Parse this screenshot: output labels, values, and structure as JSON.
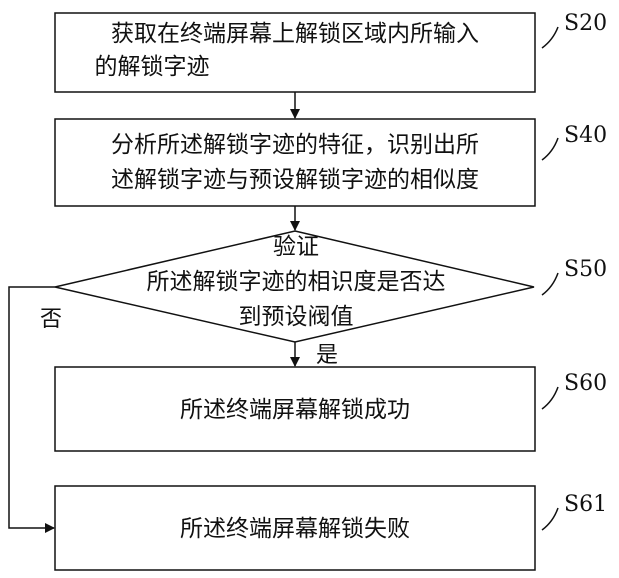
{
  "flowchart": {
    "steps": [
      {
        "id": "S20",
        "label": "S20",
        "lines": [
          "获取在终端屏幕上解锁区域内所输入",
          "的解锁字迹"
        ]
      },
      {
        "id": "S40",
        "label": "S40",
        "lines": [
          "分析所述解锁字迹的特征，识别出所",
          "述解锁字迹与预设解锁字迹的相似度"
        ]
      },
      {
        "id": "S50",
        "label": "S50",
        "shape": "decision",
        "lines": [
          "验证",
          "所述解锁字迹的相识度是否达",
          "到预设阀值"
        ]
      },
      {
        "id": "S60",
        "label": "S60",
        "lines": [
          "所述终端屏幕解锁成功"
        ]
      },
      {
        "id": "S61",
        "label": "S61",
        "lines": [
          "所述终端屏幕解锁失败"
        ]
      }
    ],
    "edges": {
      "yes_label": "是",
      "no_label": "否"
    },
    "colors": {
      "stroke": "#111111",
      "fill": "#ffffff"
    }
  }
}
